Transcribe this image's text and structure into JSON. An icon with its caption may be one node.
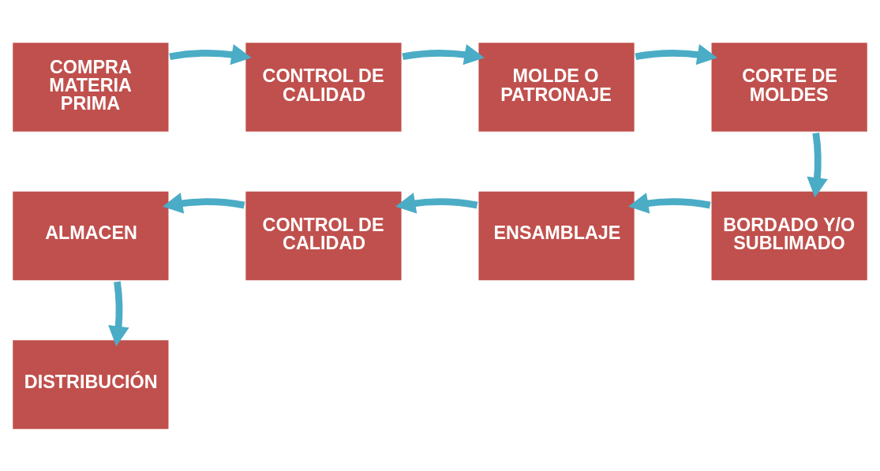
{
  "diagram": {
    "nodes": [
      {
        "text": [
          "COMPRA MATERIA PRIMA"
        ]
      },
      {
        "text": [
          "CONTROL DE CALIDAD"
        ]
      },
      {
        "text": [
          "MOLDE O PATRONAJE"
        ]
      },
      {
        "text": [
          "CORTE DE MOLDES"
        ]
      },
      {
        "text": [
          "BORDADO Y/O SUBLIMADO"
        ]
      },
      {
        "text": [
          "ENSAMBLAJE"
        ]
      },
      {
        "text": [
          "CONTROL DE CALIDAD"
        ]
      },
      {
        "text": [
          "ALMACEN"
        ]
      },
      {
        "text": [
          "DISTRIBUCIÓN"
        ]
      }
    ],
    "edges": [
      {
        "from": 0,
        "to": 1,
        "arrow": "to"
      },
      {
        "from": 1,
        "to": 2,
        "arrow": "to"
      },
      {
        "from": 2,
        "to": 3,
        "arrow": "to"
      },
      {
        "from": 3,
        "to": 4,
        "arrow": "to"
      },
      {
        "from": 4,
        "to": 5,
        "arrow": "to"
      },
      {
        "from": 5,
        "to": 6,
        "arrow": "to"
      },
      {
        "from": 6,
        "to": 7,
        "arrow": "to"
      },
      {
        "from": 7,
        "to": 8,
        "arrow": "to"
      }
    ]
  }
}
